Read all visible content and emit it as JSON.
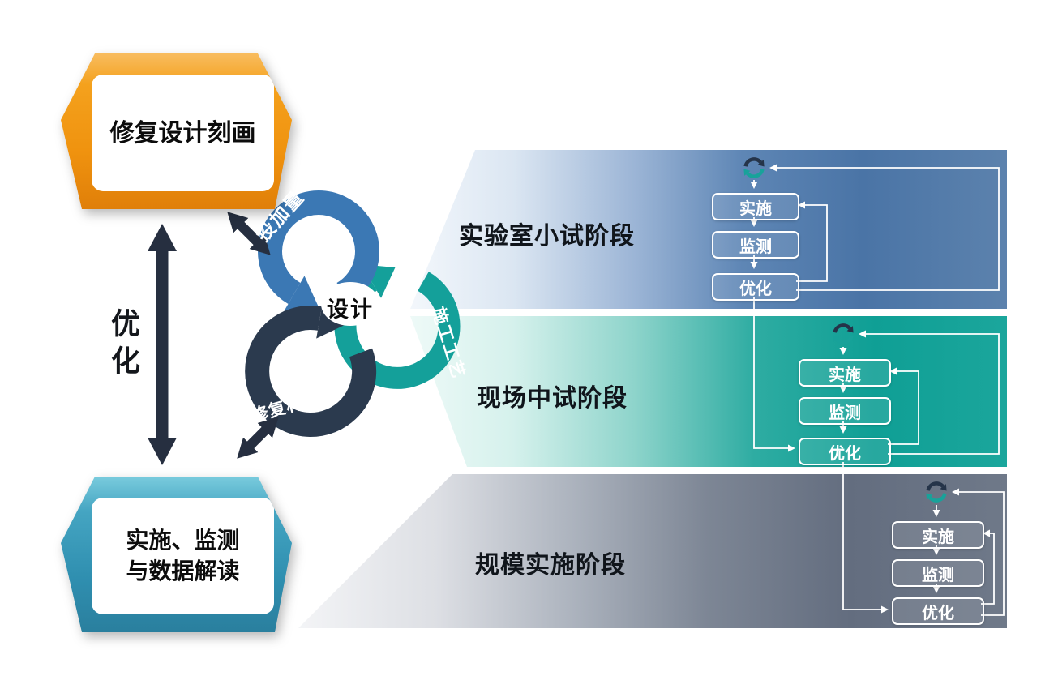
{
  "left": {
    "design_box": "修复设计刻画",
    "impl_box_line1": "实施、监测",
    "impl_box_line2": "与数据解读",
    "optimize_label": "优化"
  },
  "cycle": {
    "center": "设计",
    "dosage": "投加量",
    "process": "施工工艺",
    "material": "修复材料"
  },
  "stages": [
    {
      "name": "实验室小试阶段",
      "steps": [
        "实施",
        "监测",
        "优化"
      ]
    },
    {
      "name": "现场中试阶段",
      "steps": [
        "实施",
        "监测",
        "优化"
      ]
    },
    {
      "name": "规模实施阶段",
      "steps": [
        "实施",
        "监测",
        "优化"
      ]
    }
  ],
  "colors": {
    "orange_box": "#f0930f",
    "teal_box": "#2f8fb0",
    "navy": "#262f40",
    "blue_ring": "#3b78b4",
    "teal_ring": "#14a09a",
    "navy_ring": "#2b3a4e",
    "band_blue": "#4a74a6",
    "band_teal": "#0f9f95",
    "band_gray": "#636d7f",
    "connector": "#ffffff"
  }
}
